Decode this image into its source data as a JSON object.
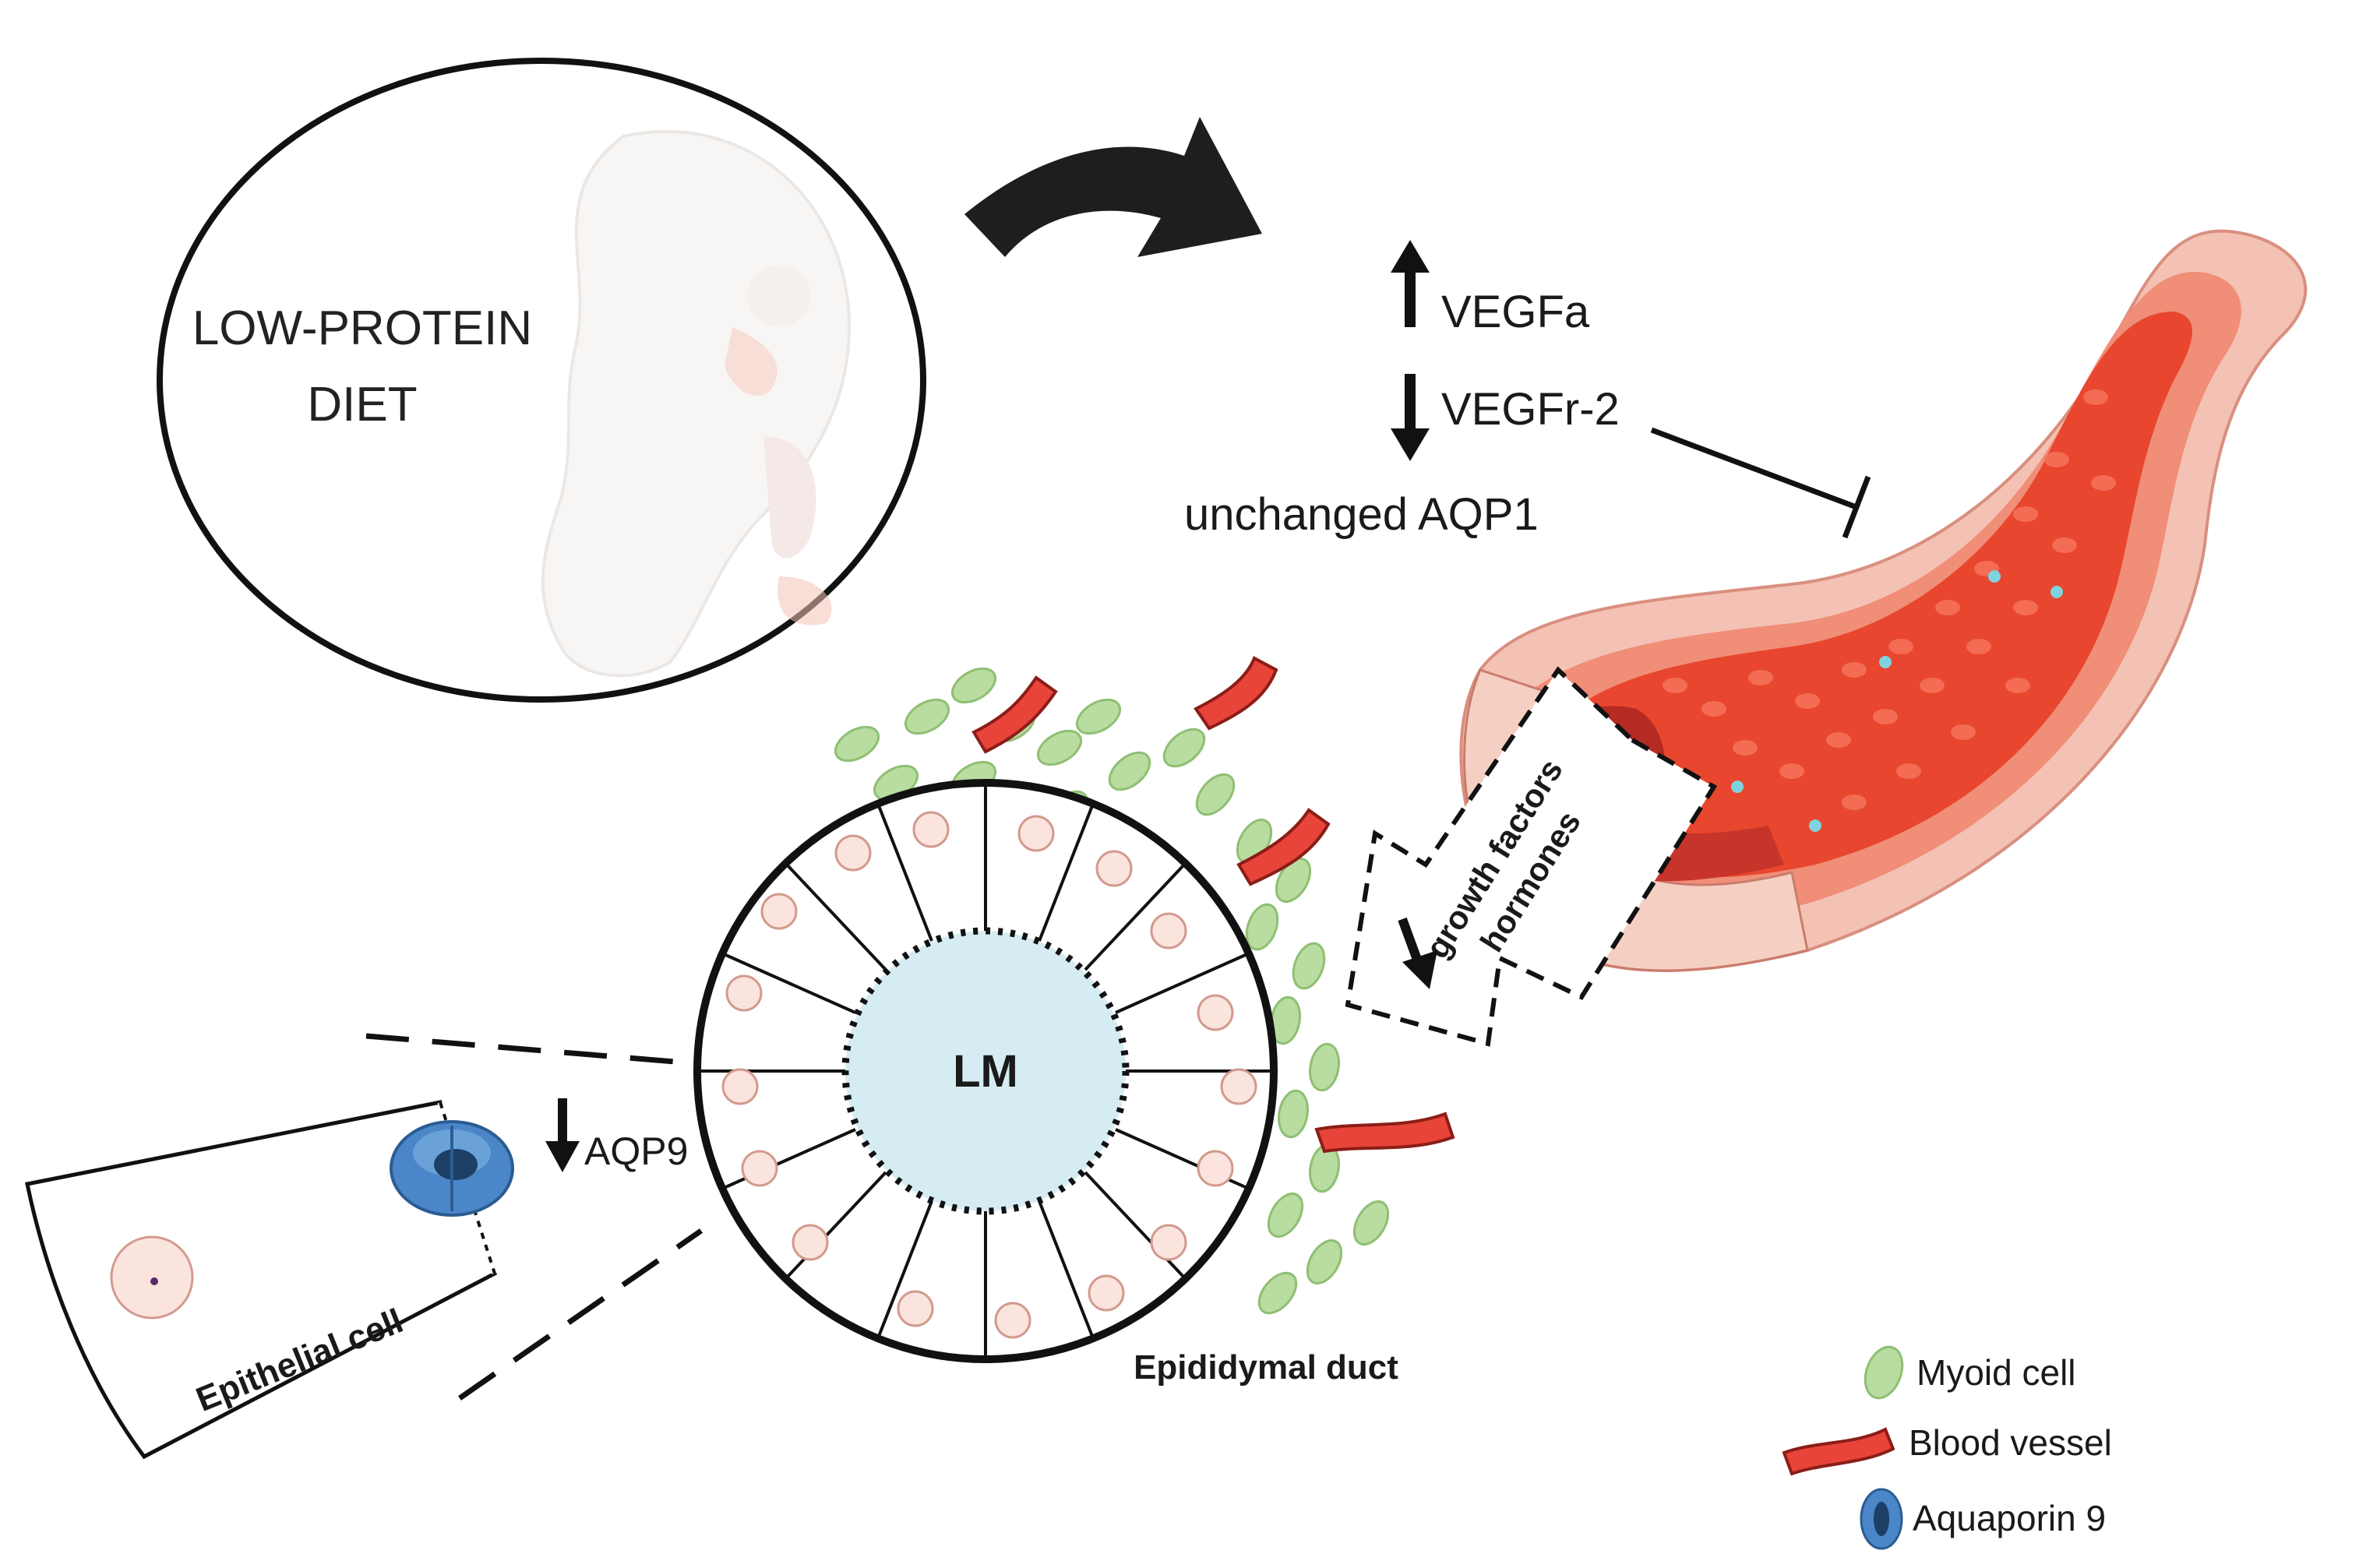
{
  "diet": {
    "line1": "LOW-PROTEIN",
    "line2": "DIET"
  },
  "regulation": {
    "vegfa": "VEGFa",
    "vegfr2": "VEGFr-2",
    "aqp1": "unchanged AQP1"
  },
  "duct": {
    "lumen": "LM",
    "label": "Epididymal duct",
    "epithelial_cell": "Epithelial cell",
    "aqp9": "AQP9"
  },
  "signal_arrow": {
    "line1": "growth factors",
    "line2": "hormones"
  },
  "legend": {
    "myoid": "Myoid cell",
    "vessel": "Blood vessel",
    "aquaporin": "Aquaporin 9"
  },
  "colors": {
    "myoid": "#b9dca0",
    "vessel": "#e8443a",
    "aquaporin": "#4a86c8",
    "lumen": "#d6ecf3",
    "blood": "#e8462e"
  }
}
